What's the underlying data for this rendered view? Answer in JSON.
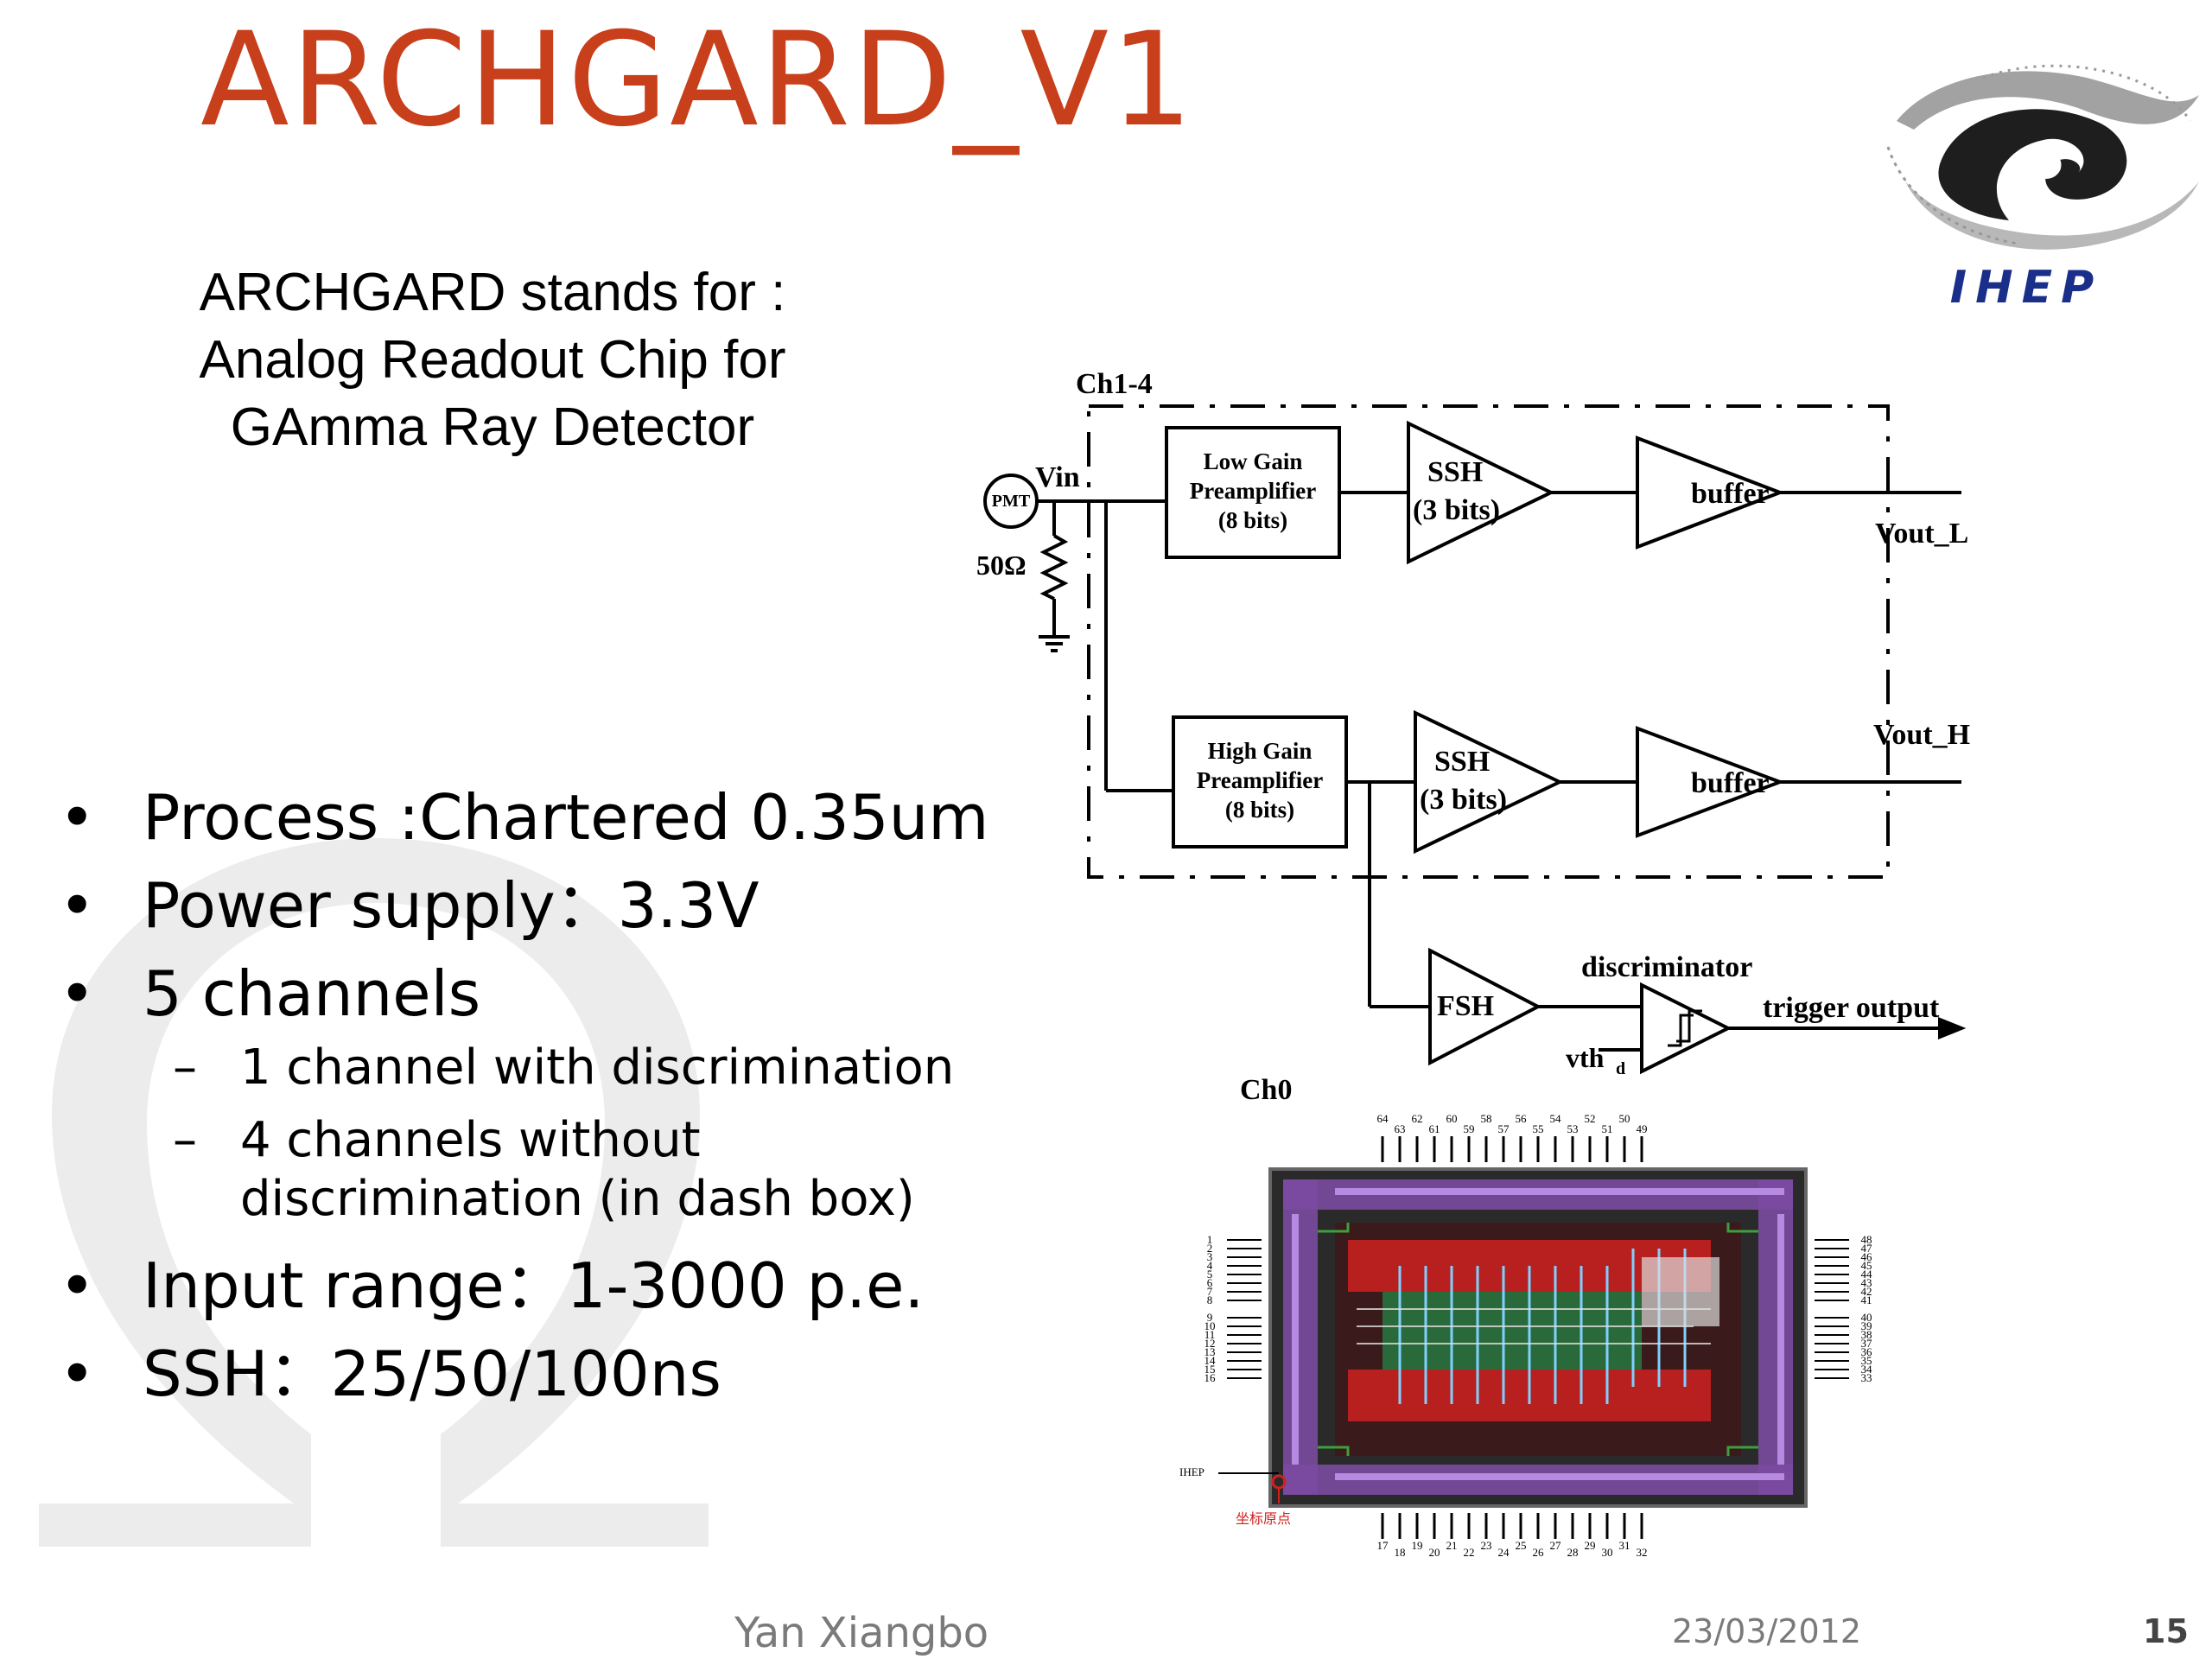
{
  "title": "ARCHGARD_V1",
  "subtitle": [
    "ARCHGARD stands for :",
    "Analog Readout Chip for",
    "GAmma Ray Detector"
  ],
  "bullets": [
    {
      "text": "Process :Chartered 0.35um"
    },
    {
      "text": "Power supply：3.3V"
    },
    {
      "text": "5 channels",
      "sub": [
        {
          "lines": [
            "1 channel with discrimination"
          ]
        },
        {
          "lines": [
            "4 channels without",
            "discrimination (in dash box)"
          ]
        }
      ]
    },
    {
      "text": "Input range：1-3000 p.e."
    },
    {
      "text": "SSH：25/50/100ns"
    }
  ],
  "bullet_symbol": "•",
  "sub_symbol": "–",
  "logo": {
    "text": "IHEP",
    "color": "#1a2f8a"
  },
  "circuit": {
    "ch14": "Ch1-4",
    "ch0": "Ch0",
    "vin": "Vin",
    "pmt": "PMT",
    "resistor": "50Ω",
    "lowgain": [
      "Low Gain",
      "Preamplifier",
      "(8 bits)"
    ],
    "highgain": [
      "High Gain",
      "Preamplifier",
      "(8 bits)"
    ],
    "ssh": [
      "SSH",
      "(3 bits)"
    ],
    "buffer": "buffer",
    "vout_l": "Vout_L",
    "vout_h": "Vout_H",
    "fsh": "FSH",
    "discriminator": "discriminator",
    "trigger": "trigger output",
    "vth": "vth",
    "vth_sub": "d"
  },
  "chip": {
    "pins_top": [
      "64",
      "62",
      "60",
      "58",
      "56",
      "54",
      "52",
      "50"
    ],
    "pins_top2": [
      "63",
      "61",
      "59",
      "57",
      "55",
      "53",
      "51",
      "49"
    ],
    "pins_bottom": [
      "17",
      "19",
      "21",
      "23",
      "25",
      "27",
      "29",
      "31"
    ],
    "pins_bottom2": [
      "18",
      "20",
      "22",
      "24",
      "26",
      "28",
      "30",
      "32"
    ],
    "pins_left": [
      "1",
      "2",
      "3",
      "4",
      "5",
      "6",
      "7",
      "8",
      "9",
      "10",
      "11",
      "12",
      "13",
      "14",
      "15",
      "16"
    ],
    "pins_right": [
      "48",
      "47",
      "46",
      "45",
      "44",
      "43",
      "42",
      "41",
      "40",
      "39",
      "38",
      "37",
      "36",
      "35",
      "34",
      "33"
    ],
    "label": "IHEP",
    "origin": "坐标原点"
  },
  "footer": {
    "author": "Yan Xiangbo",
    "date": "23/03/2012",
    "page": "15"
  }
}
